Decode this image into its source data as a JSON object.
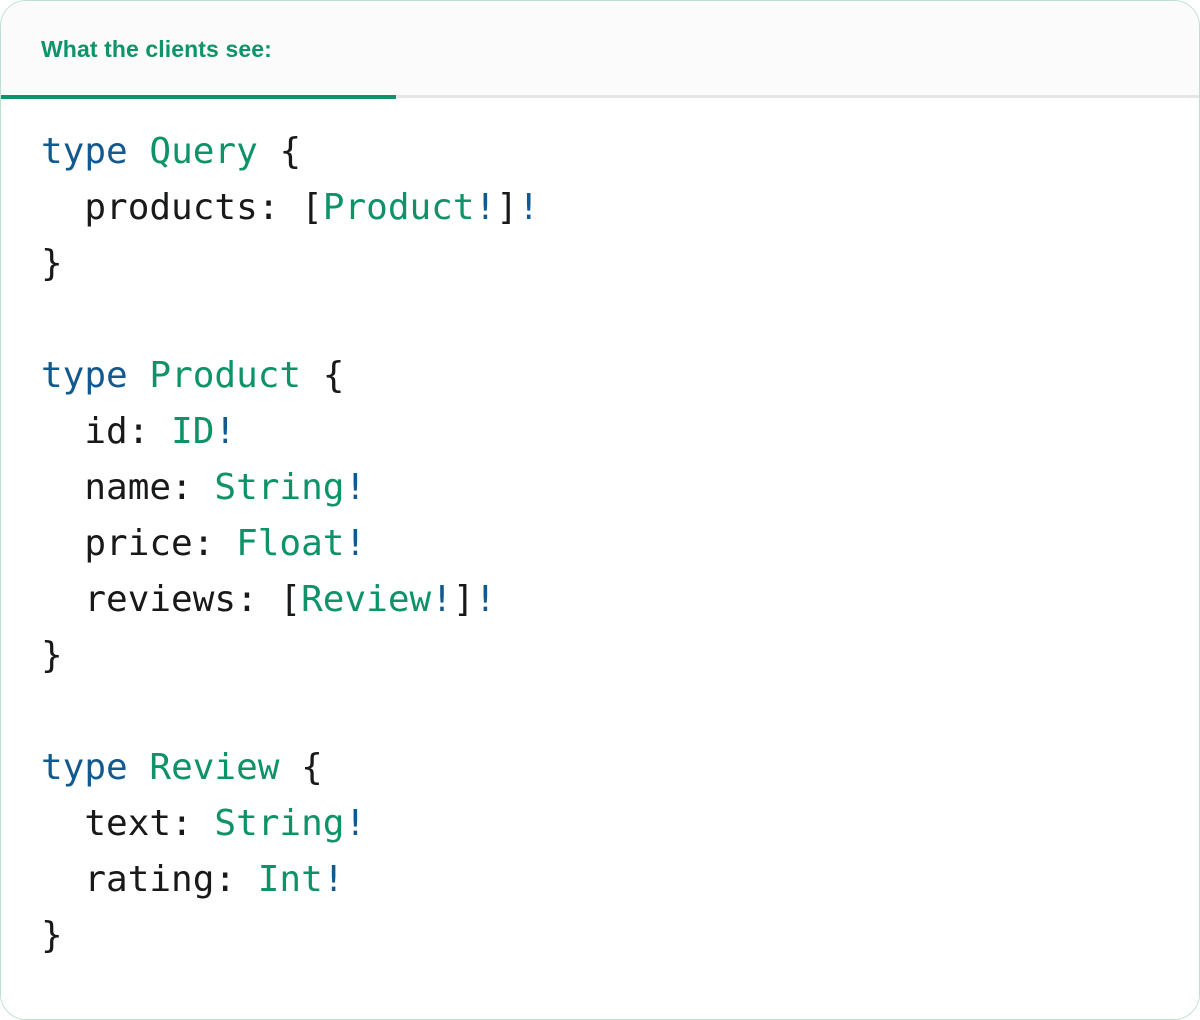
{
  "panel": {
    "accent_color": "#12926b",
    "border_color": "#bfe0cf",
    "header_bg": "#fbfbfb",
    "body_bg": "#ffffff"
  },
  "header": {
    "tab_label": "What the clients see:"
  },
  "editor": {
    "language": "graphql",
    "colors": {
      "keyword": "#12598f",
      "type_name": "#0d9367",
      "field_name": "#18191a",
      "punctuation": "#18191a",
      "non_null_bang": "#12598f"
    },
    "lines": [
      {
        "indent": 0,
        "tokens": [
          {
            "t": "type",
            "c": "kw"
          },
          {
            "t": " ",
            "c": "punct"
          },
          {
            "t": "Query",
            "c": "type"
          },
          {
            "t": " {",
            "c": "punct"
          }
        ]
      },
      {
        "indent": 1,
        "tokens": [
          {
            "t": "products: ",
            "c": "field"
          },
          {
            "t": "[",
            "c": "punct"
          },
          {
            "t": "Product",
            "c": "type"
          },
          {
            "t": "!",
            "c": "bang"
          },
          {
            "t": "]",
            "c": "punct"
          },
          {
            "t": "!",
            "c": "bang"
          }
        ]
      },
      {
        "indent": 0,
        "tokens": [
          {
            "t": "}",
            "c": "punct"
          }
        ]
      },
      {
        "indent": 0,
        "tokens": []
      },
      {
        "indent": 0,
        "tokens": [
          {
            "t": "type",
            "c": "kw"
          },
          {
            "t": " ",
            "c": "punct"
          },
          {
            "t": "Product",
            "c": "type"
          },
          {
            "t": " {",
            "c": "punct"
          }
        ]
      },
      {
        "indent": 1,
        "tokens": [
          {
            "t": "id: ",
            "c": "field"
          },
          {
            "t": "ID",
            "c": "type"
          },
          {
            "t": "!",
            "c": "bang"
          }
        ]
      },
      {
        "indent": 1,
        "tokens": [
          {
            "t": "name: ",
            "c": "field"
          },
          {
            "t": "String",
            "c": "type"
          },
          {
            "t": "!",
            "c": "bang"
          }
        ]
      },
      {
        "indent": 1,
        "tokens": [
          {
            "t": "price: ",
            "c": "field"
          },
          {
            "t": "Float",
            "c": "type"
          },
          {
            "t": "!",
            "c": "bang"
          }
        ]
      },
      {
        "indent": 1,
        "tokens": [
          {
            "t": "reviews: ",
            "c": "field"
          },
          {
            "t": "[",
            "c": "punct"
          },
          {
            "t": "Review",
            "c": "type"
          },
          {
            "t": "!",
            "c": "bang"
          },
          {
            "t": "]",
            "c": "punct"
          },
          {
            "t": "!",
            "c": "bang"
          }
        ]
      },
      {
        "indent": 0,
        "tokens": [
          {
            "t": "}",
            "c": "punct"
          }
        ]
      },
      {
        "indent": 0,
        "tokens": []
      },
      {
        "indent": 0,
        "tokens": [
          {
            "t": "type",
            "c": "kw"
          },
          {
            "t": " ",
            "c": "punct"
          },
          {
            "t": "Review",
            "c": "type"
          },
          {
            "t": " {",
            "c": "punct"
          }
        ]
      },
      {
        "indent": 1,
        "tokens": [
          {
            "t": "text: ",
            "c": "field"
          },
          {
            "t": "String",
            "c": "type"
          },
          {
            "t": "!",
            "c": "bang"
          }
        ]
      },
      {
        "indent": 1,
        "tokens": [
          {
            "t": "rating: ",
            "c": "field"
          },
          {
            "t": "Int",
            "c": "type"
          },
          {
            "t": "!",
            "c": "bang"
          }
        ]
      },
      {
        "indent": 0,
        "tokens": [
          {
            "t": "}",
            "c": "punct"
          }
        ]
      }
    ],
    "plain_text": "type Query {\n  products: [Product!]!\n}\n\ntype Product {\n  id: ID!\n  name: String!\n  price: Float!\n  reviews: [Review!]!\n}\n\ntype Review {\n  text: String!\n  rating: Int!\n}"
  }
}
